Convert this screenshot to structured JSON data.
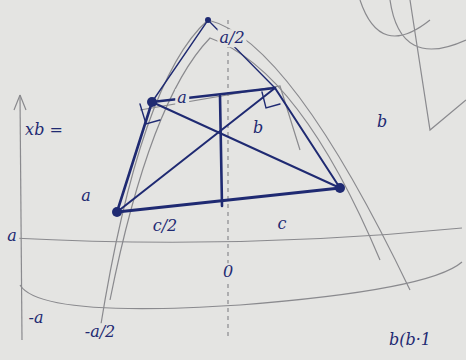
{
  "diagram": {
    "labels": [
      "a/2",
      "a",
      "b",
      "b",
      "xb =",
      "a",
      "a",
      "c/2",
      "c",
      "-a",
      "-a/2",
      "0",
      "b(b·1"
    ]
  }
}
